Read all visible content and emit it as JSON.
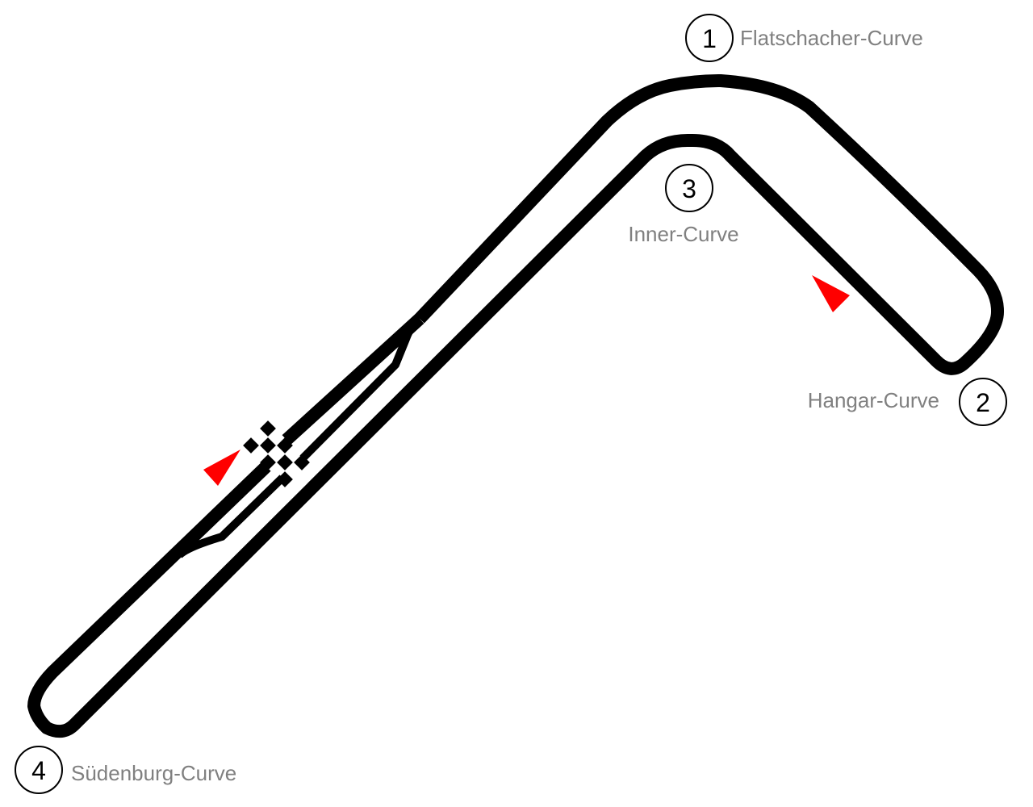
{
  "title": "Race circuit map",
  "colors": {
    "track": "#000000",
    "direction_arrow": "#ff0000",
    "label": "#808080"
  },
  "corners": [
    {
      "number": "1",
      "name": "Flatschacher-Curve"
    },
    {
      "number": "2",
      "name": "Hangar-Curve"
    },
    {
      "number": "3",
      "name": "Inner-Curve"
    },
    {
      "number": "4",
      "name": "Südenburg-Curve"
    }
  ],
  "icons": {
    "start_finish": "checkered-flag-icon",
    "direction": "direction-arrow-icon"
  }
}
